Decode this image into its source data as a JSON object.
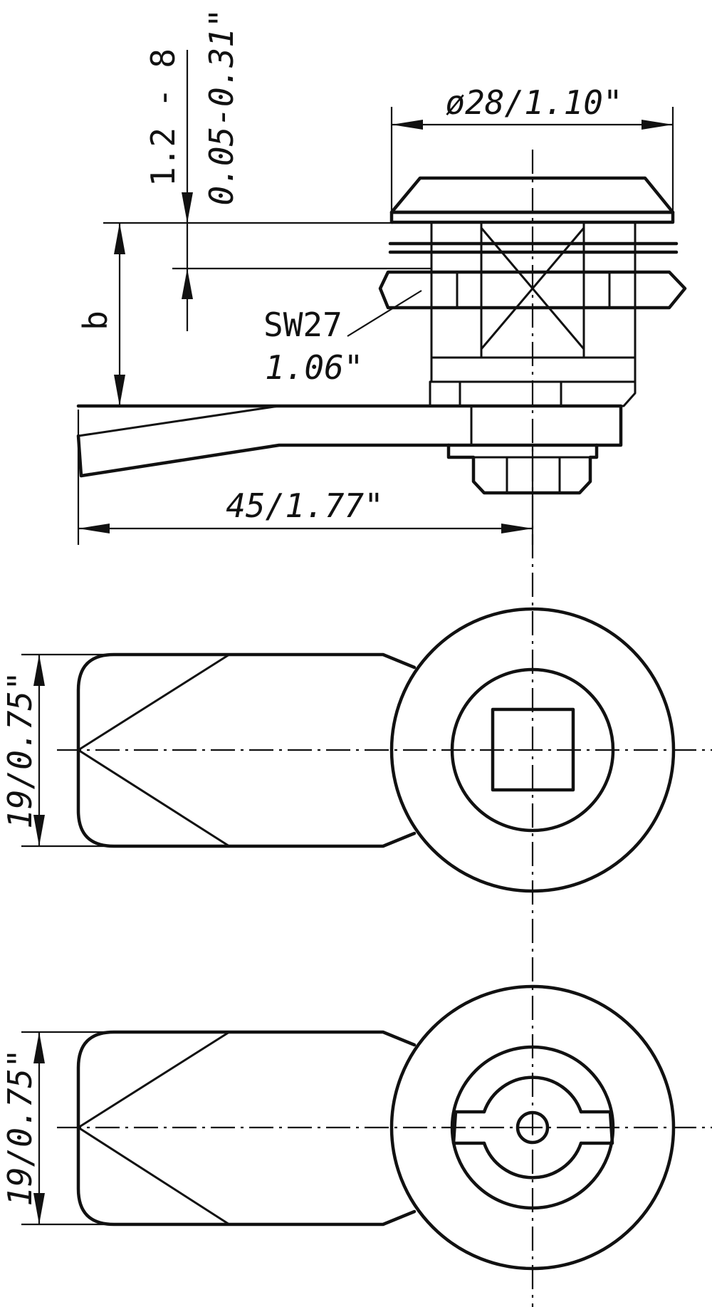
{
  "dimensions": {
    "head_diameter": "ø28/1.10\"",
    "clamp_range_mm": "1.2 - 8",
    "clamp_range_in": "0.05-0.31\"",
    "length_b": "b",
    "wrench_size": "SW27",
    "wrench_size_in": "1.06\"",
    "lever_length": "45/1.77\"",
    "width_view_square": "19/0.75\"",
    "width_view_key": "19/0.75\""
  }
}
